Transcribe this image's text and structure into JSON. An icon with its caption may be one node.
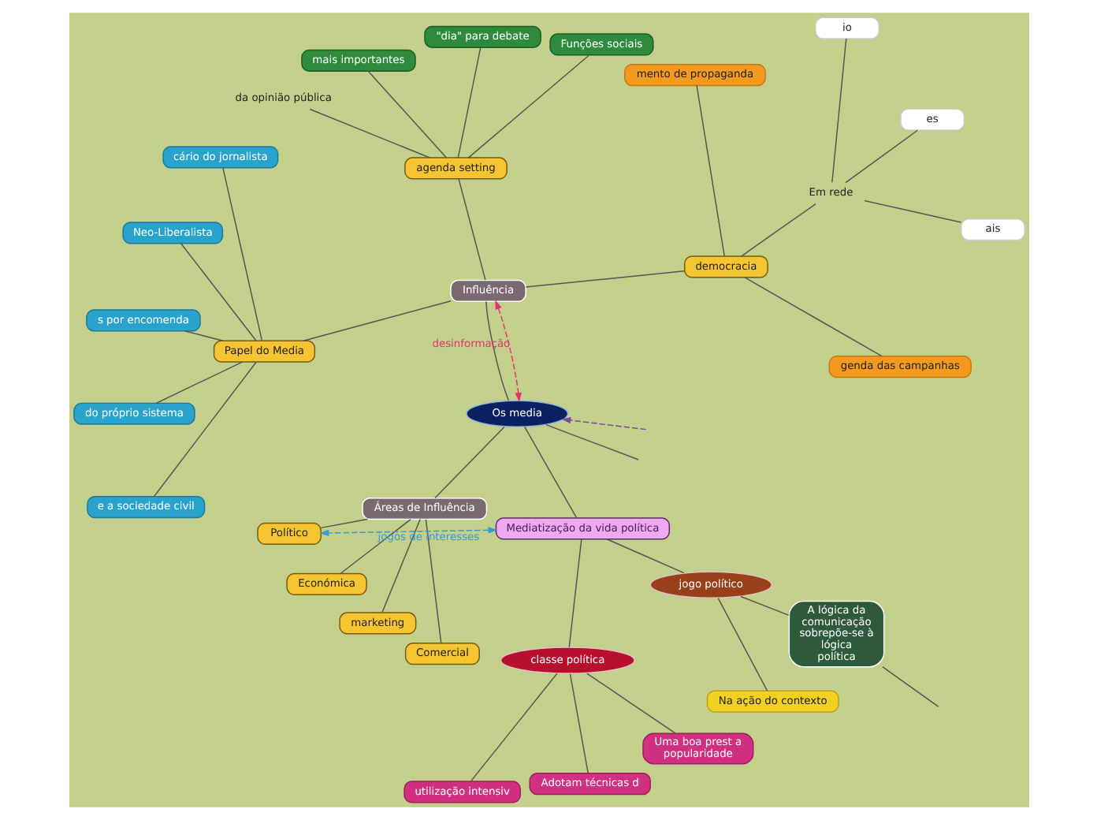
{
  "diagram": {
    "nodes": [
      {
        "text": [
          "Os media"
        ]
      },
      {
        "text": [
          "Influência"
        ]
      },
      {
        "text": [
          "democracia"
        ]
      },
      {
        "text": [
          "genda das campanhas"
        ]
      },
      {
        "text": [
          "Em rede"
        ]
      },
      {
        "text": [
          "ais"
        ]
      },
      {
        "text": [
          "es"
        ]
      },
      {
        "text": [
          "io"
        ]
      },
      {
        "text": [
          "mento de propaganda"
        ]
      },
      {
        "text": [
          "agenda setting"
        ]
      },
      {
        "text": [
          "Funções sociais"
        ]
      },
      {
        "text": [
          "\"dia\" para debate"
        ]
      },
      {
        "text": [
          "mais importantes"
        ]
      },
      {
        "text": [
          "da opinião pública"
        ]
      },
      {
        "text": [
          "Papel do Media"
        ]
      },
      {
        "text": [
          "cário do jornalista"
        ]
      },
      {
        "text": [
          "Neo-Liberalista"
        ]
      },
      {
        "text": [
          "s por encomenda"
        ]
      },
      {
        "text": [
          "do próprio sistema"
        ]
      },
      {
        "text": [
          "e a sociedade civil"
        ]
      },
      {
        "text": [
          "Áreas de Influência"
        ]
      },
      {
        "text": [
          "Político"
        ]
      },
      {
        "text": [
          "Económica"
        ]
      },
      {
        "text": [
          "marketing"
        ]
      },
      {
        "text": [
          "Comercial"
        ]
      },
      {
        "text": [
          "Mediatização da vida política"
        ]
      },
      {
        "text": [
          "classe política"
        ]
      },
      {
        "text": [
          "utilização intensiv"
        ]
      },
      {
        "text": [
          "Adotam técnicas d"
        ]
      },
      {
        "text": [
          "Uma boa prest a popularidade"
        ]
      },
      {
        "text": [
          "jogo político"
        ]
      },
      {
        "text": [
          "Na ação do contexto"
        ]
      },
      {
        "text": [
          "A lógica da comunicação sobrepõe-se à lógica política"
        ]
      }
    ],
    "edges": [
      {
        "from": 0,
        "to": 1,
        "arrow": "none"
      },
      {
        "from": 0,
        "to": 20,
        "arrow": "none"
      },
      {
        "from": 0,
        "to": 25,
        "arrow": "none"
      },
      {
        "from": 0,
        "to": null,
        "arrow": "none"
      },
      {
        "from": 1,
        "to": 2,
        "arrow": "none"
      },
      {
        "from": 1,
        "to": 9,
        "arrow": "none"
      },
      {
        "from": 1,
        "to": 14,
        "arrow": "none"
      },
      {
        "from": 2,
        "to": 3,
        "arrow": "none"
      },
      {
        "from": 2,
        "to": 4,
        "arrow": "none"
      },
      {
        "from": 2,
        "to": 8,
        "arrow": "none"
      },
      {
        "from": 4,
        "to": 5,
        "arrow": "none"
      },
      {
        "from": 4,
        "to": 6,
        "arrow": "none"
      },
      {
        "from": 4,
        "to": 7,
        "arrow": "none"
      },
      {
        "from": 9,
        "to": 10,
        "arrow": "none"
      },
      {
        "from": 9,
        "to": 11,
        "arrow": "none"
      },
      {
        "from": 9,
        "to": 12,
        "arrow": "none"
      },
      {
        "from": 9,
        "to": 13,
        "arrow": "none"
      },
      {
        "from": 14,
        "to": 15,
        "arrow": "none"
      },
      {
        "from": 14,
        "to": 16,
        "arrow": "none"
      },
      {
        "from": 14,
        "to": 17,
        "arrow": "none"
      },
      {
        "from": 14,
        "to": 18,
        "arrow": "none"
      },
      {
        "from": 14,
        "to": 19,
        "arrow": "none"
      },
      {
        "from": 20,
        "to": 21,
        "arrow": "none"
      },
      {
        "from": 20,
        "to": 22,
        "arrow": "none"
      },
      {
        "from": 20,
        "to": 23,
        "arrow": "none"
      },
      {
        "from": 20,
        "to": 24,
        "arrow": "none"
      },
      {
        "from": 25,
        "to": 26,
        "arrow": "none"
      },
      {
        "from": 25,
        "to": 30,
        "arrow": "none"
      },
      {
        "from": 26,
        "to": 27,
        "arrow": "none"
      },
      {
        "from": 26,
        "to": 28,
        "arrow": "none"
      },
      {
        "from": 26,
        "to": 29,
        "arrow": "none"
      },
      {
        "from": 30,
        "to": 31,
        "arrow": "none"
      },
      {
        "from": 30,
        "to": 32,
        "arrow": "none"
      },
      {
        "from": 32,
        "to": null,
        "arrow": "none"
      },
      {
        "from": 1,
        "to": 0,
        "arrow": "both",
        "label": "desinformação",
        "style": "dashed",
        "color": "#e8336b"
      },
      {
        "from": 25,
        "to": 21,
        "arrow": "both",
        "label": "jogos de interesses",
        "style": "dashed",
        "color": "#3a9ad0"
      },
      {
        "from": null,
        "to": 0,
        "arrow": "to",
        "style": "dashed",
        "color": "#7a4a9e"
      }
    ]
  }
}
